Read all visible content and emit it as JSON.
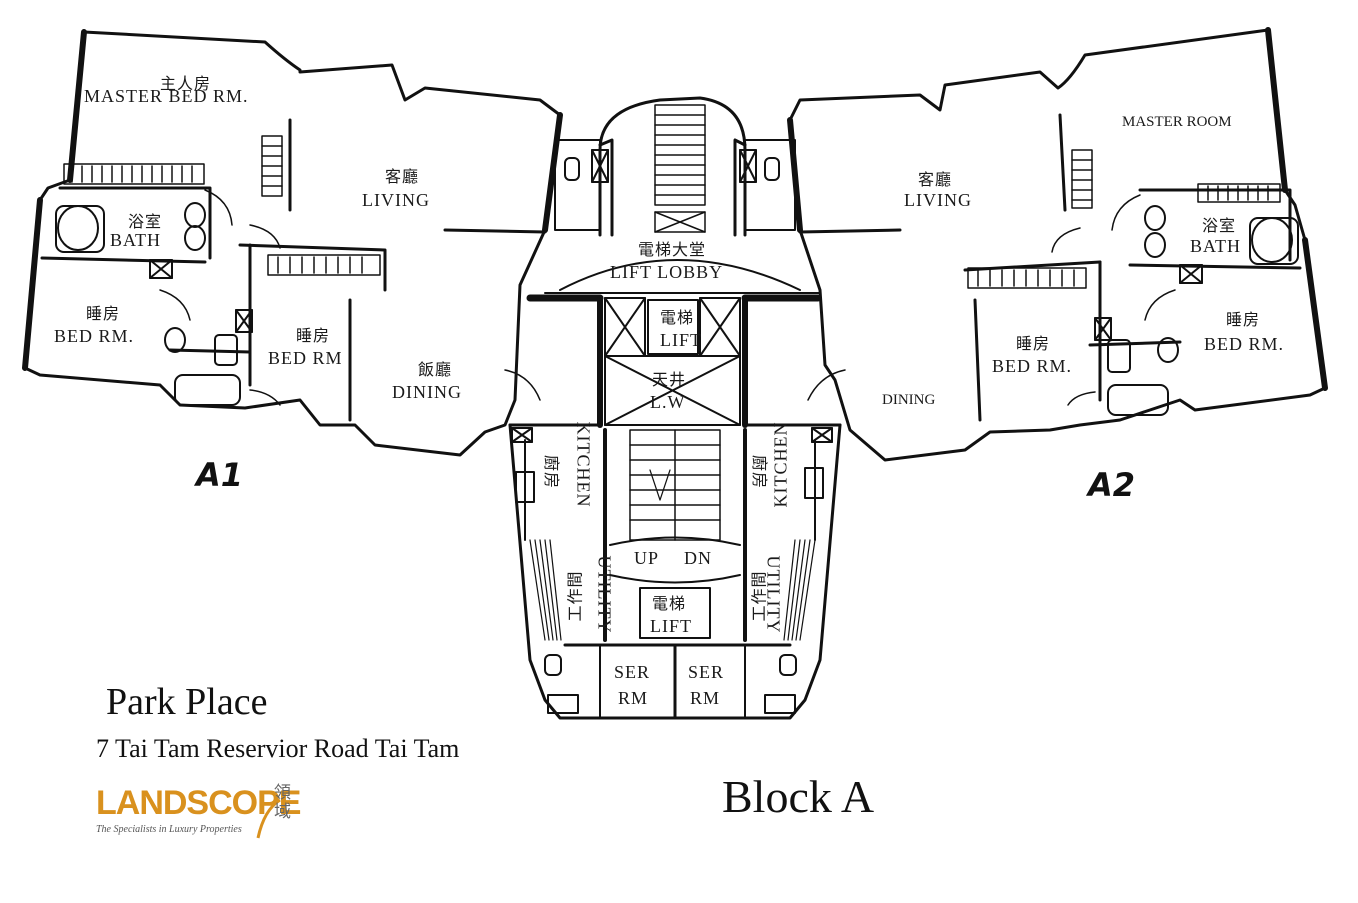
{
  "project": {
    "name": "Park Place",
    "address": "7 Tai Tam Reservior Road Tai Tam",
    "block": "Block A"
  },
  "logo": {
    "wordmark": "LANDSCOPE",
    "tagline": "The Specialists in Luxury Properties",
    "chinese": "領域",
    "brand_color": "#d9911e"
  },
  "units": [
    "A1",
    "A2"
  ],
  "rooms": {
    "a1_master_cn": "主人房",
    "a1_master_en": "MASTER BED RM.",
    "a1_living_cn": "客廳",
    "a1_living_en": "LIVING",
    "a1_bath_cn": "浴室",
    "a1_bath_en": "BATH",
    "a1_bed1_cn": "睡房",
    "a1_bed1_en": "BED RM.",
    "a1_bed2_cn": "睡房",
    "a1_bed2_en": "BED RM",
    "a1_dining_cn": "飯廳",
    "a1_dining_en": "DINING",
    "a1_kitchen_cn": "廚房",
    "a1_kitchen_en": "KITCHEN",
    "a1_utility_cn": "工作間",
    "a1_utility_en": "UTILITY",
    "a2_master_en": "MASTER ROOM",
    "a2_living_cn": "客廳",
    "a2_living_en": "LIVING",
    "a2_bath_cn": "浴室",
    "a2_bath_en": "BATH",
    "a2_bed1_cn": "睡房",
    "a2_bed1_en": "BED RM.",
    "a2_bed2_cn": "睡房",
    "a2_bed2_en": "BED RM.",
    "a2_dining_en": "DINING",
    "a2_kitchen_cn": "廚房",
    "a2_kitchen_en": "KITCHEN",
    "a2_utility_cn": "工作間",
    "a2_utility_en": "UTILITY",
    "lift_lobby_cn": "電梯大堂",
    "lift_lobby_en": "LIFT LOBBY",
    "lift1_cn": "電梯",
    "lift1_en": "LIFT",
    "lightwell_cn": "天井",
    "lightwell_en": "L.W",
    "stair_up": "UP",
    "stair_dn": "DN",
    "lift2_cn": "電梯",
    "lift2_en": "LIFT",
    "ser1_a": "SER",
    "ser1_b": "RM",
    "ser2_a": "SER",
    "ser2_b": "RM"
  }
}
